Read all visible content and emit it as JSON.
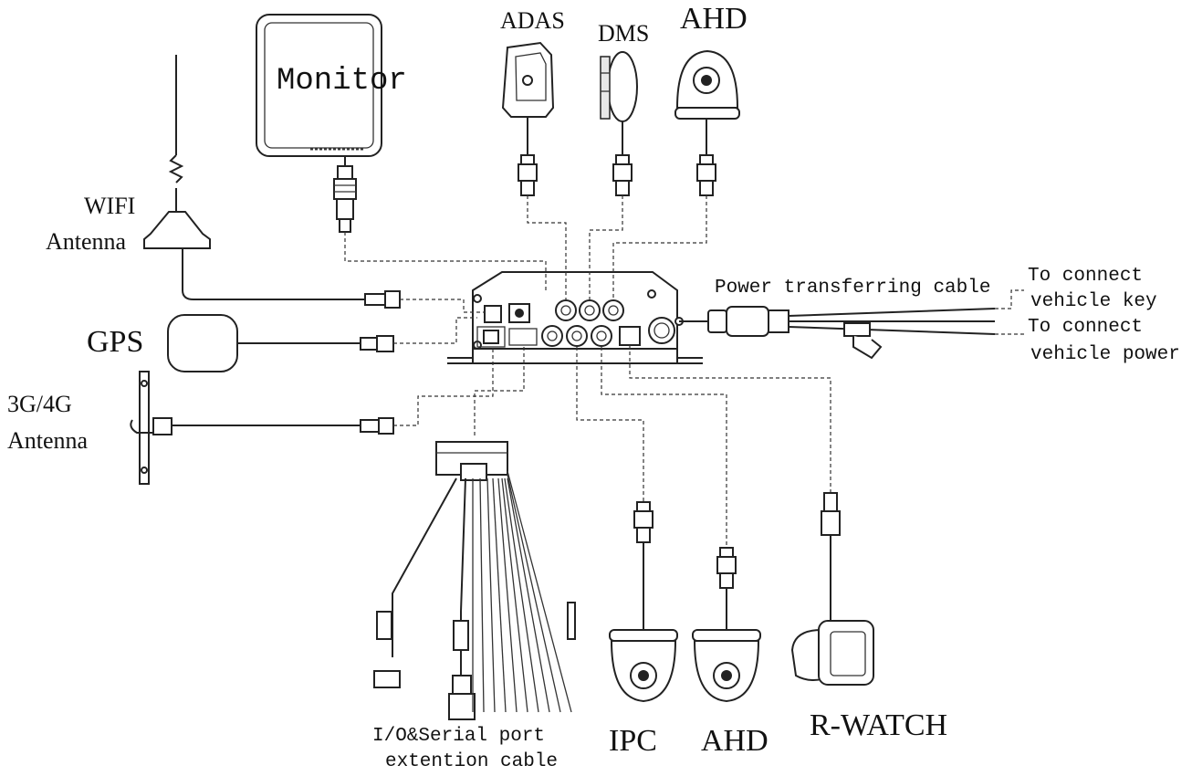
{
  "labels": {
    "monitor": "Monitor",
    "adas": "ADAS",
    "dms": "DMS",
    "ahd_top": "AHD",
    "wifi_line1": "WIFI",
    "wifi_line2": "Antenna",
    "gps": "GPS",
    "antenna_3g_line1": "3G/4G",
    "antenna_3g_line2": "Antenna",
    "power_cable": "Power transferring cable",
    "vehicle_key_line1": "To connect",
    "vehicle_key_line2": "vehicle key",
    "vehicle_power_line1": "To connect",
    "vehicle_power_line2": "vehicle power",
    "io_line1": "I/O&Serial port",
    "io_line2": "extention cable",
    "ipc": "IPC",
    "ahd_bottom": "AHD",
    "rwatch": "R-WATCH"
  }
}
